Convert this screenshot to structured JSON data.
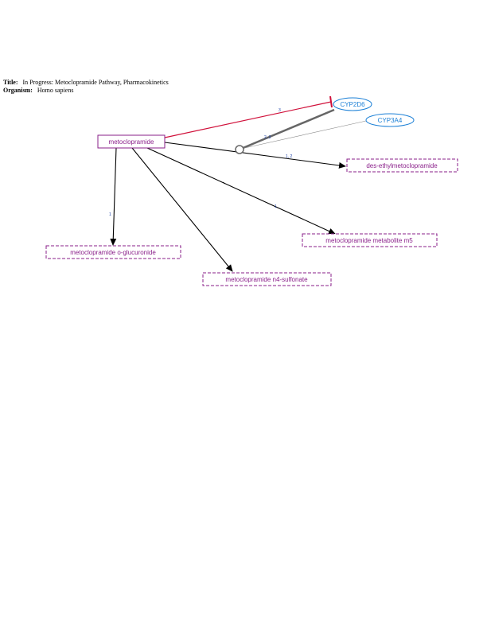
{
  "header": {
    "title_label": "Title:",
    "title_value": "In Progress: Metoclopramide Pathway, Pharmacokinetics",
    "organism_label": "Organism:",
    "organism_value": "Homo sapiens"
  },
  "colors": {
    "metabolite": "#8a1f8a",
    "gene": "#1a7fd6",
    "inhibition": "#d0103a",
    "edge": "#000000",
    "catalysis": "#666666",
    "label_blue": "#1a3fa8"
  },
  "nodes": {
    "metoclopramide": "metoclopramide",
    "cyp2d6": "CYP2D6",
    "cyp3a4": "CYP3A4",
    "des_ethyl": "des-ethylmetoclopramide",
    "m5": "metoclopramide metabolite m5",
    "o_glucuronide": "metoclopramide o-glucuronide",
    "n4_sulfonate": "metoclopramide n4-sulfonate"
  },
  "edge_labels": {
    "inhibition": "3",
    "catalysis": "2, 3",
    "des_ethyl": "1, 2",
    "m5": "1",
    "glucuronide": "1"
  }
}
